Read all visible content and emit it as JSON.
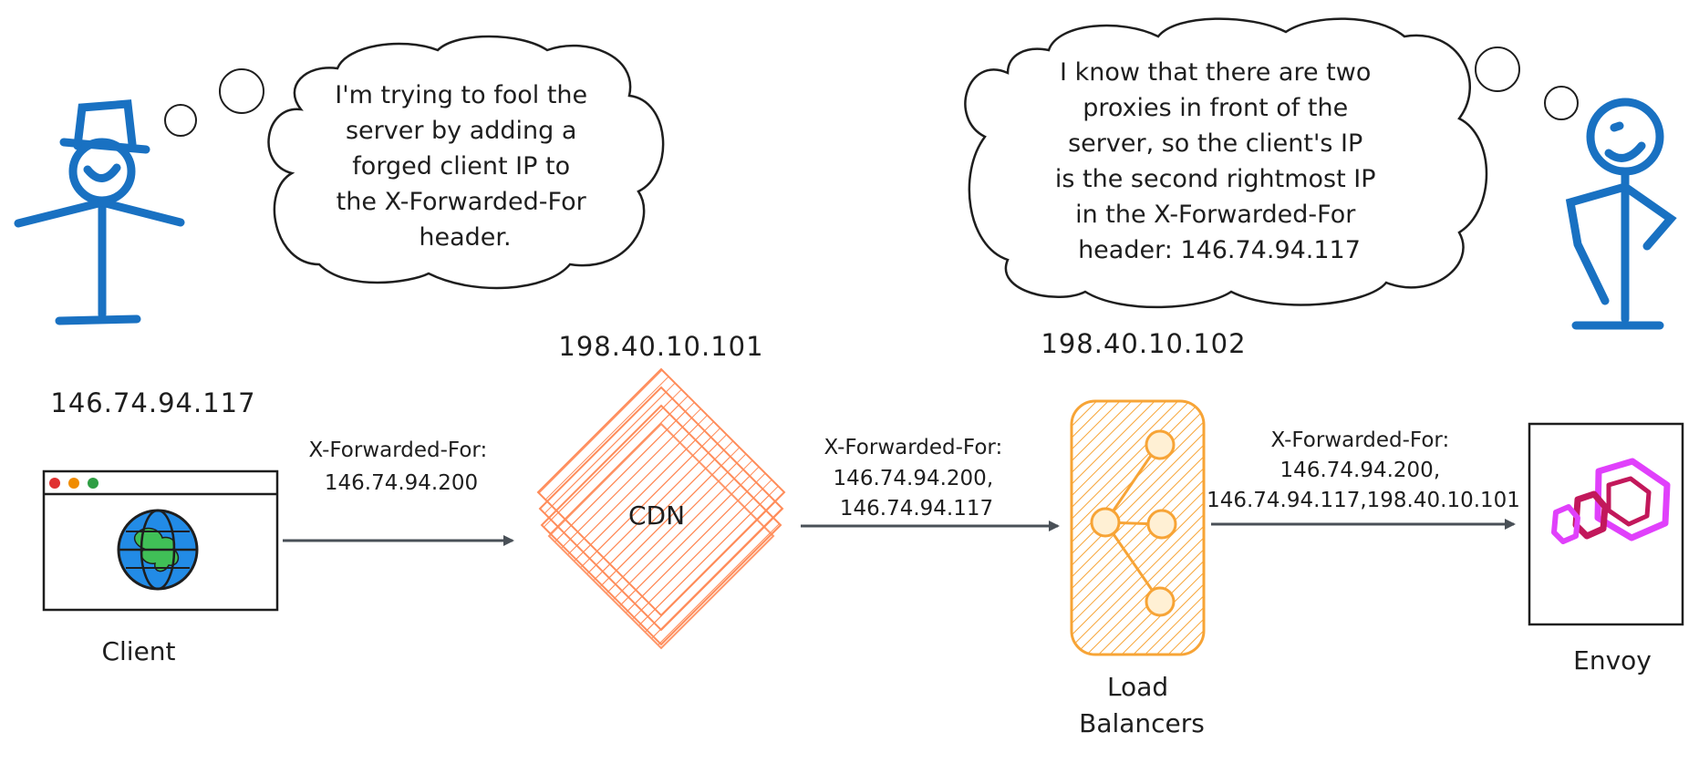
{
  "actors": {
    "attacker": {
      "thought": [
        "I'm trying to fool the",
        "server by adding a",
        "forged client IP to",
        "the X-Forwarded-For",
        "header."
      ]
    },
    "envoy_figure": {
      "thought": [
        "I know that there are two",
        "proxies in front of the",
        "server, so the client's IP",
        "is the second rightmost IP",
        "in the X-Forwarded-For",
        "header: 146.74.94.117"
      ]
    }
  },
  "nodes": {
    "client": {
      "label": "Client",
      "ip": "146.74.94.117",
      "icon": "browser-globe-icon"
    },
    "cdn": {
      "label": "CDN",
      "ip": "198.40.10.101",
      "color": "#ff8c5a"
    },
    "load_balancers": {
      "label_line1": "Load",
      "label_line2": "Balancers",
      "ip": "198.40.10.102",
      "color": "#f7a436"
    },
    "envoy": {
      "label": "Envoy",
      "icon": "envoy-logo-icon",
      "color": "#c2185b"
    }
  },
  "edges": [
    {
      "from": "client",
      "to": "cdn",
      "lines": [
        "X-Forwarded-For:",
        "146.74.94.200"
      ]
    },
    {
      "from": "cdn",
      "to": "load_balancers",
      "lines": [
        "X-Forwarded-For:",
        "146.74.94.200,",
        "146.74.94.117"
      ]
    },
    {
      "from": "load_balancers",
      "to": "envoy",
      "lines": [
        "X-Forwarded-For:",
        "146.74.94.200,",
        "146.74.94.117,198.40.10.101"
      ]
    }
  ],
  "colors": {
    "figure": "#1971c2",
    "arrow": "#495057"
  }
}
